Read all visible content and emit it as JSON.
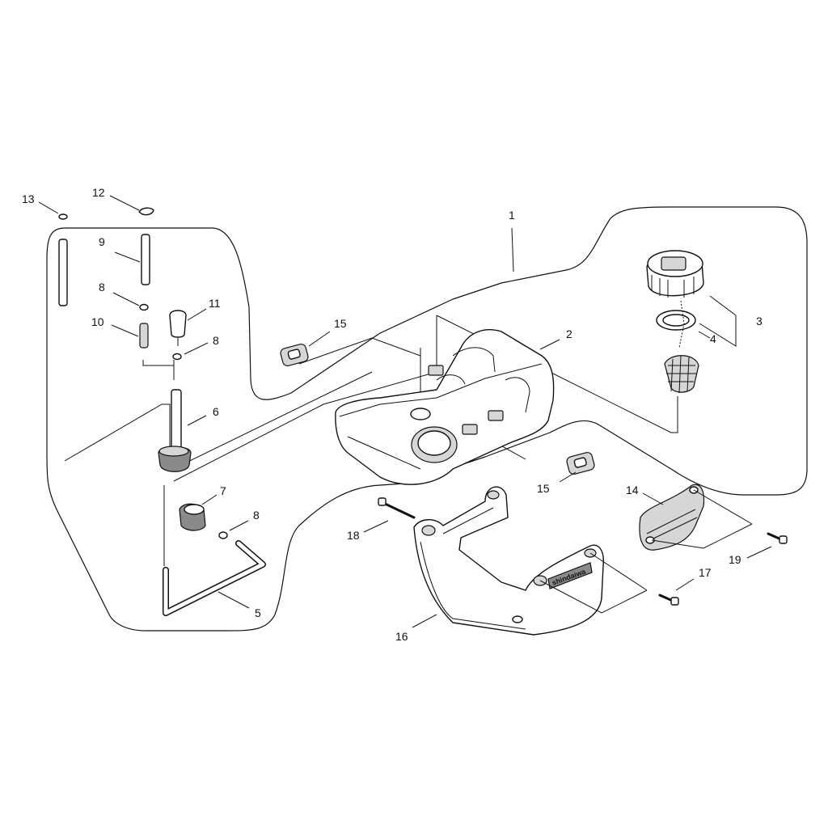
{
  "callouts": {
    "c1": "1",
    "c2": "2",
    "c3": "3",
    "c4": "4",
    "c5": "5",
    "c6": "6",
    "c7": "7",
    "c8a": "8",
    "c8b": "8",
    "c8c": "8",
    "c9": "9",
    "c10": "10",
    "c11": "11",
    "c12": "12",
    "c13": "13",
    "c14": "14",
    "c15a": "15",
    "c15b": "15",
    "c16": "16",
    "c17": "17",
    "c18": "18",
    "c19": "19"
  },
  "bracket_logo": "shindaiwa"
}
